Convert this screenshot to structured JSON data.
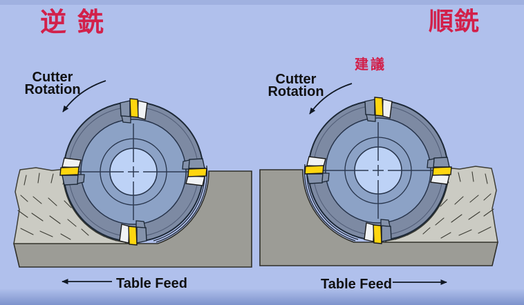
{
  "diagrams": [
    {
      "title": "逆銑",
      "rotation_label_line1": "Cutter",
      "rotation_label_line2": "Rotation",
      "rotation_direction": "counterclockwise",
      "feed_label": "Table Feed",
      "feed_direction": "left"
    },
    {
      "title": "順銑",
      "recommendation_badge": "建議",
      "rotation_label_line1": "Cutter",
      "rotation_label_line2": "Rotation",
      "rotation_direction": "counterclockwise",
      "feed_label": "Table Feed",
      "feed_direction": "right"
    }
  ],
  "colors": {
    "background": "#b0c0ec",
    "title_red": "#d2204a",
    "label_black": "#101010",
    "cutter_body": "#7d8aa3",
    "cutter_face": "#8ca2c6",
    "cutter_bore": "#bdd2f6",
    "insert_yellow": "#ffd60f",
    "clamp_white": "#f0f2f4",
    "workpiece_machined_gray": "#9c9c96",
    "workpiece_stock_gray": "#cbcbc3"
  }
}
